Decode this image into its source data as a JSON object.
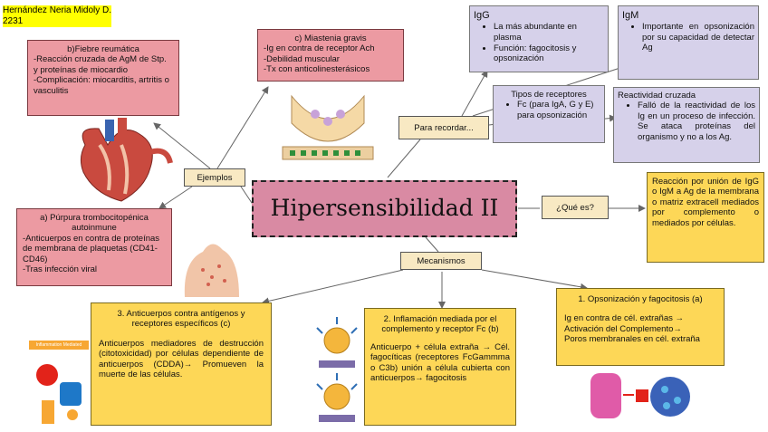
{
  "author": {
    "name": "Hernández Neria Midoly D.",
    "number": "2231"
  },
  "central": {
    "title": "Hipersensibilidad II"
  },
  "connectors": {
    "ejemplos": "Ejemplos",
    "para_recordar": "Para recordar...",
    "que_es": "¿Qué es?",
    "mecanismos": "Mecanismos"
  },
  "fiebre": {
    "title": "b)Fiebre reumática",
    "lines": [
      "-Reacción cruzada de AgM de Stp. y proteínas de miocardio",
      "-Complicación: miocarditis, artritis o vasculitis"
    ]
  },
  "miastenia": {
    "title": "c) Miastenia gravis",
    "lines": [
      "-Ig en contra de receptor Ach",
      "-Debilidad muscular",
      "-Tx con anticolinesterásicos"
    ]
  },
  "purpura": {
    "title": "a) Púrpura trombocitopénica autoinmune",
    "lines": [
      "-Anticuerpos en contra de proteínas de membrana de plaquetas (CD41-CD46)",
      "-Tras infección viral"
    ]
  },
  "igg": {
    "head": "IgG",
    "items": [
      "La más abundante en plasma",
      "Función: fagocitosis y opsonización"
    ]
  },
  "igm": {
    "head": "IgM",
    "items": [
      "Importante en opsonización por su capacidad de detectar Ag"
    ]
  },
  "receptores": {
    "title": "Tipos de receptores",
    "items": [
      "Fc (para IgA, G y E) para opsonización"
    ]
  },
  "reactividad": {
    "title": "Reactividad cruzada",
    "items": [
      "Falló de la reactividad de los Ig en un proceso de infección. Se ataca proteínas del organismo y no a los Ag."
    ]
  },
  "definicion": {
    "text": "Reacción por unión de IgG o IgM a Ag de la membrana o matriz extracell mediados por complemento o mediados por células."
  },
  "mec3": {
    "title": "3. Anticuerpos contra antígenos y receptores específicos (c)",
    "text": "Anticuerpos mediadores de destrucción (citotoxicidad) por células dependiente de anticuerpos (CDDA)→ Promueven la muerte de las células."
  },
  "mec2": {
    "title": "2. Inflamación mediada por el complemento y receptor Fc (b)",
    "text": "Anticuerpo + célula extraña → Cél. fagocíticas (receptores FcGammma o C3b) unión a célula cubierta con anticuerpos→ fagocitosis"
  },
  "mec1": {
    "title": "1. Opsonización y fagocitosis (a)",
    "lines": [
      "Ig en contra de cél. extrañas →",
      "Activación del Complemento→",
      "Poros membranales en cél. extraña"
    ]
  },
  "figure_label": "Inflammation Mediated Antigens",
  "colors": {
    "pink": "#ec9aa2",
    "cream": "#f8e9c3",
    "lavender": "#d6d1ea",
    "yellow": "#fdd757",
    "central": "#d98aa3"
  }
}
